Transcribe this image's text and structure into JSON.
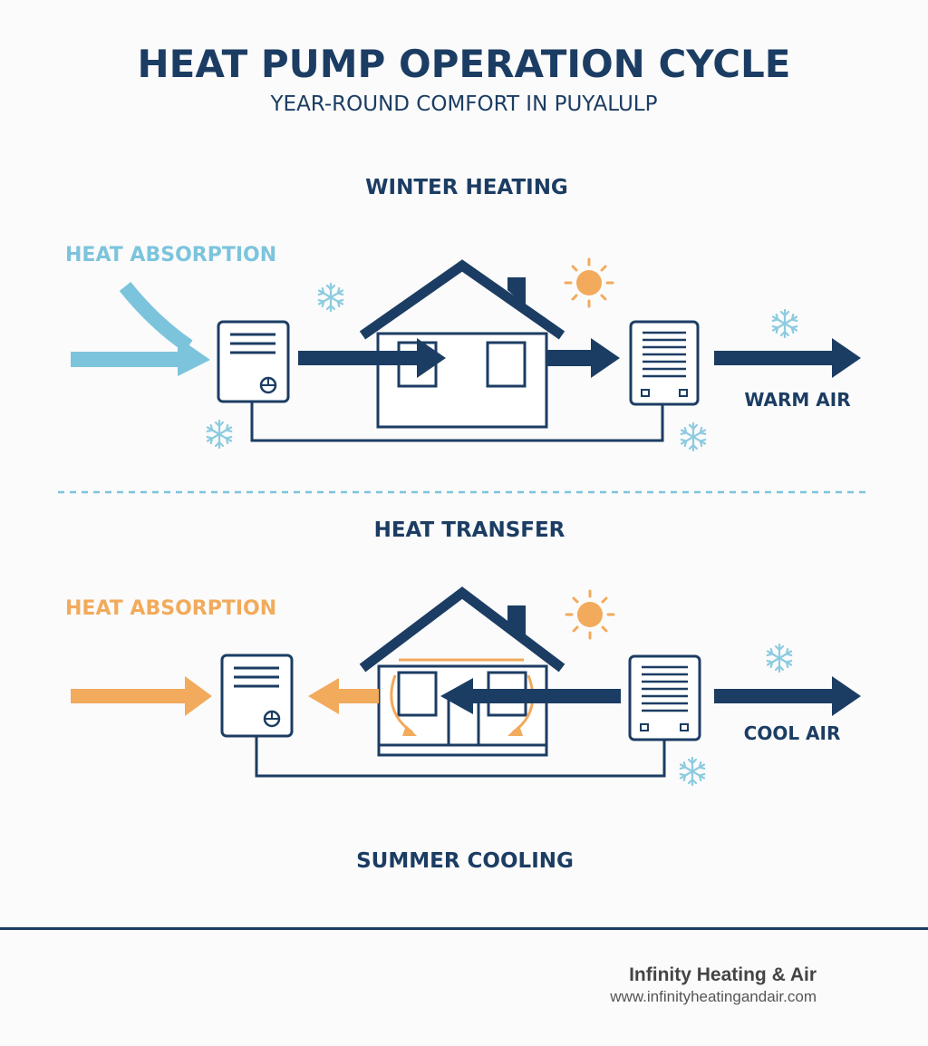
{
  "header": {
    "title": "HEAT PUMP OPERATION CYCLE",
    "subtitle": "YEAR-ROUND COMFORT IN PUYALULP"
  },
  "winter": {
    "heading": "WINTER HEATING",
    "absorption_label": "HEAT ABSORPTION",
    "output_label": "WARM AIR"
  },
  "transfer": {
    "heading": "HEAT TRANSFER"
  },
  "summer": {
    "absorption_label": "HEAT ABSORPTION",
    "output_label": "COOL AIR",
    "heading": "SUMMER COOLING"
  },
  "footer": {
    "brand": "Infinity Heating & Air",
    "url": "www.infinityheatingandair.com"
  },
  "colors": {
    "navy": "#1c3d63",
    "light_blue": "#7cc4dc",
    "orange": "#f2aa5c",
    "snow": "#8ccbe0"
  },
  "icons": [
    "snowflake-icon",
    "sun-icon",
    "outdoor-unit-icon",
    "indoor-unit-icon",
    "house-icon",
    "arrow-icon"
  ]
}
